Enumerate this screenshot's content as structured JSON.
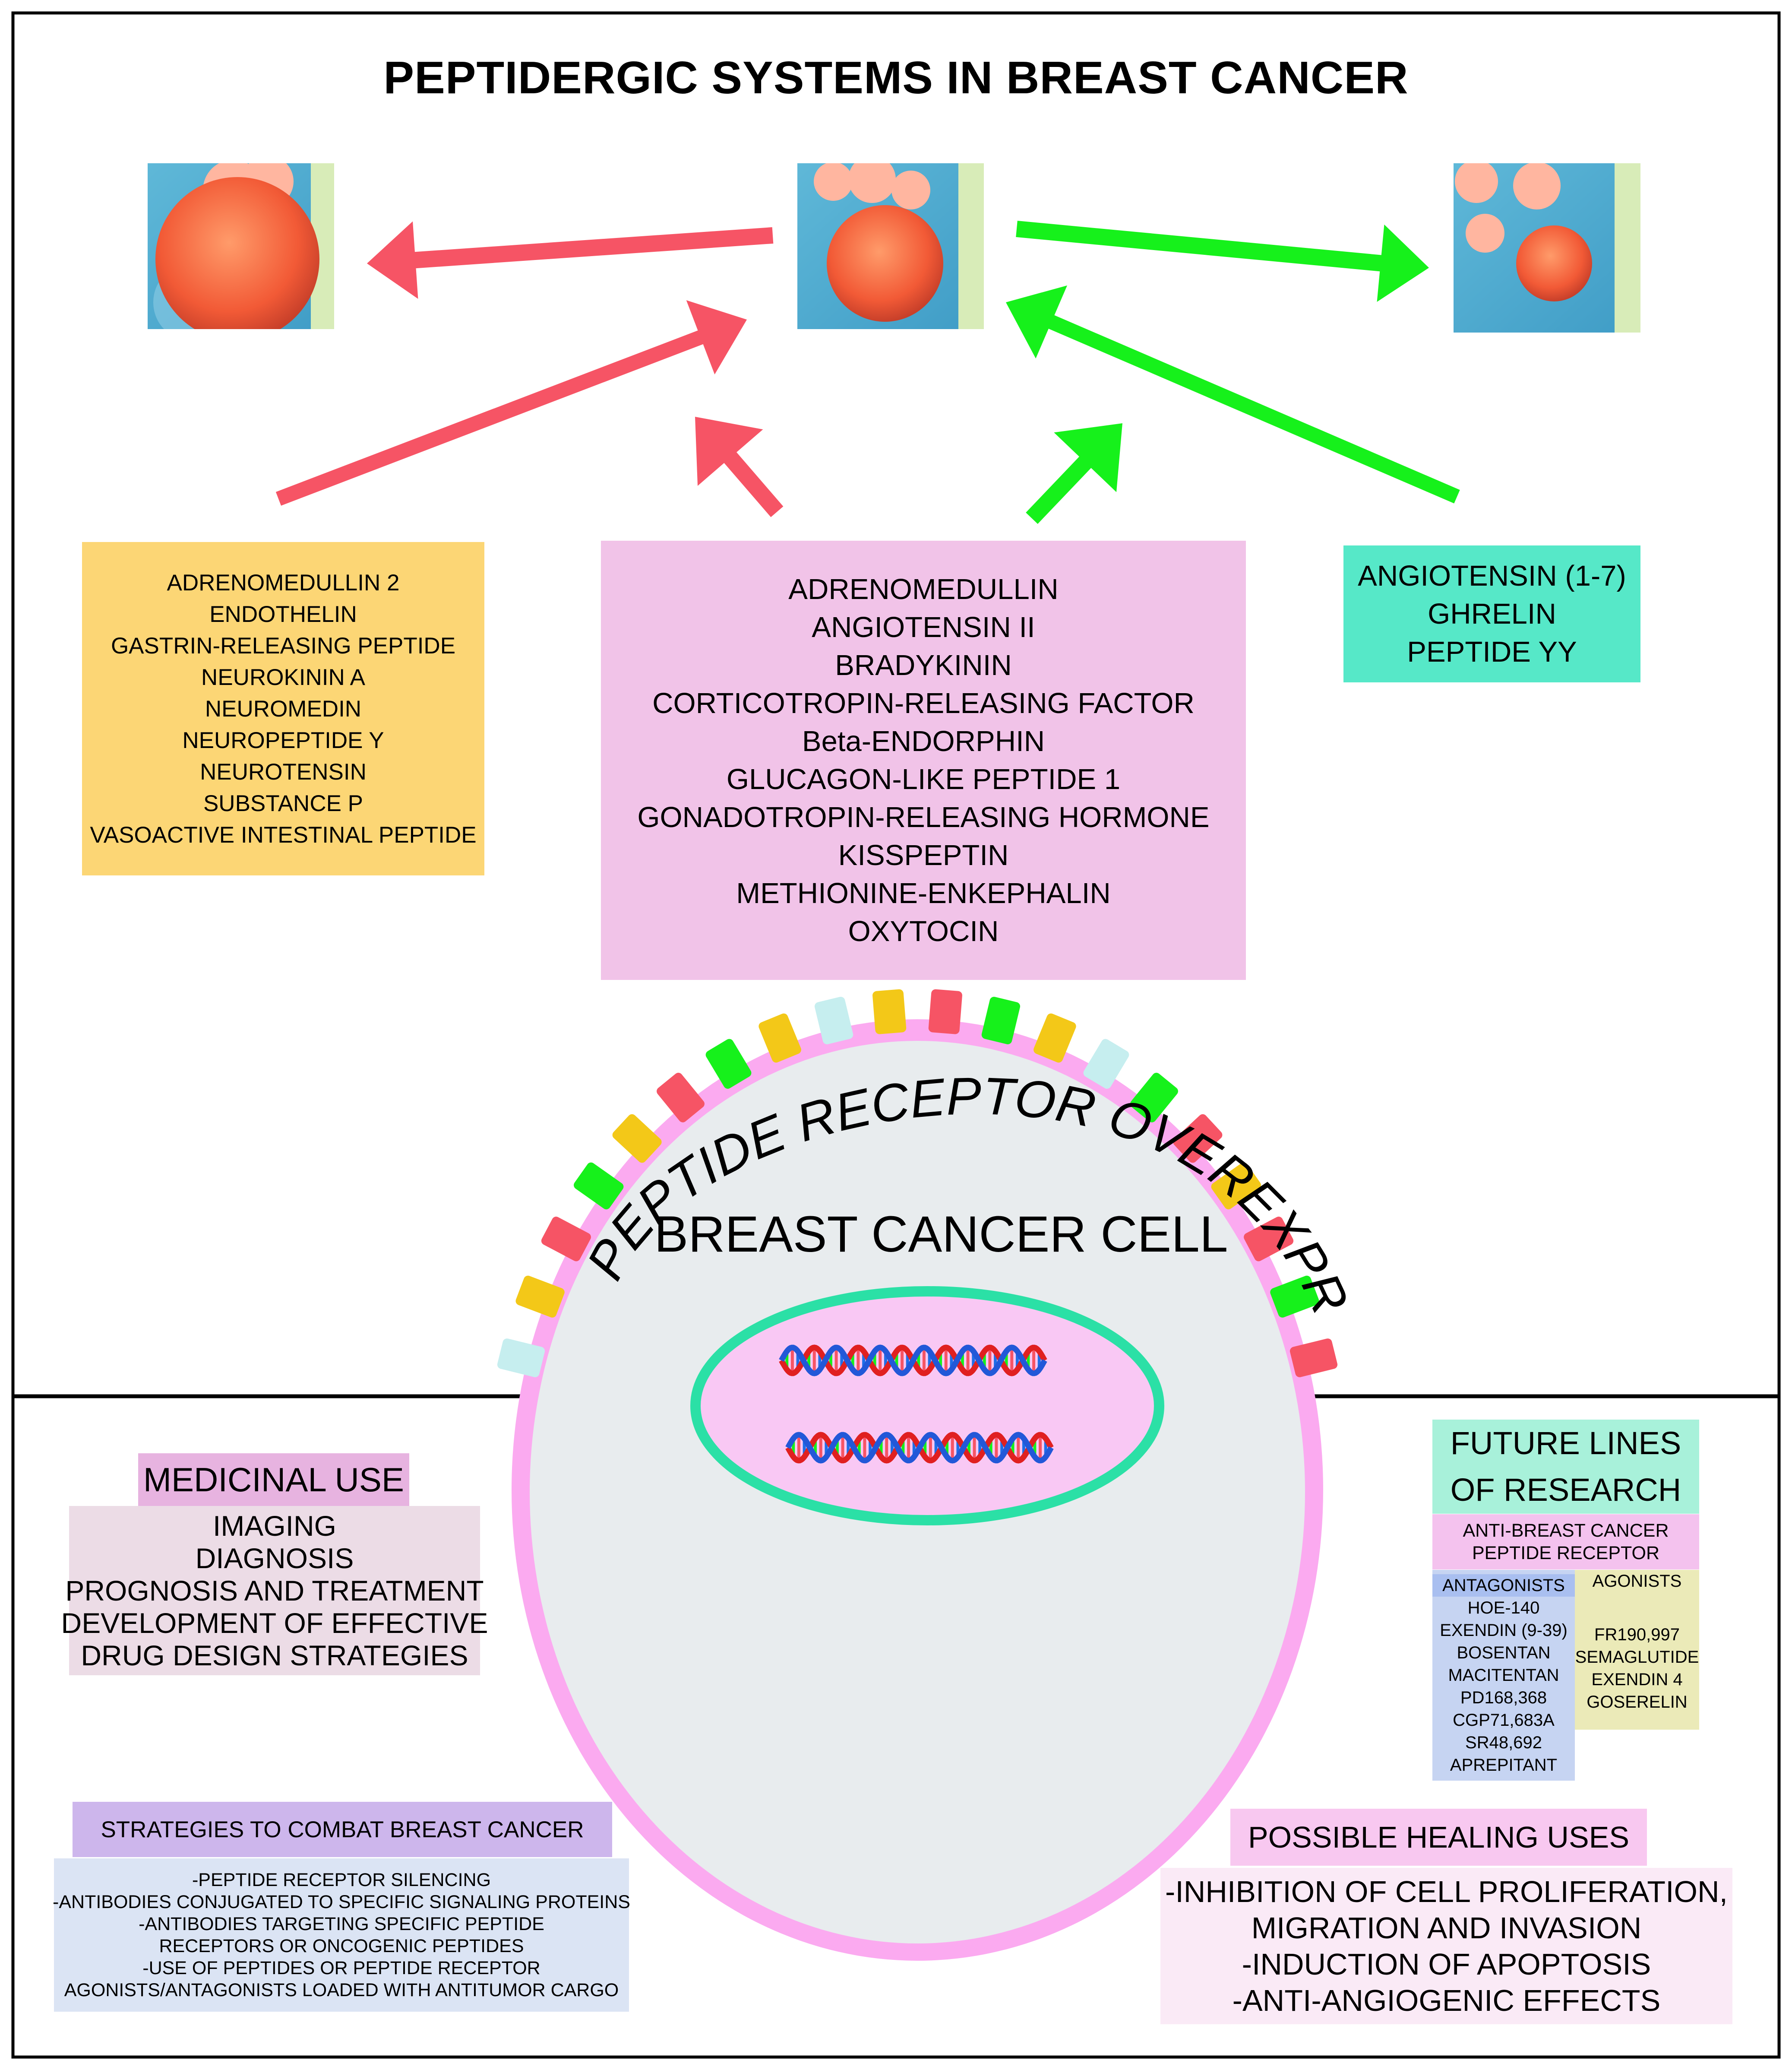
{
  "title": "PEPTIDERGIC SYSTEMS IN BREAST CANCER",
  "colors": {
    "tumor_promoting_arrow": "#f65465",
    "tumor_inhibiting_arrow": "#16f11b",
    "cell_membrane": "#fbaaf0",
    "cytoplasm": "#e8ecee",
    "nucleus_border": "#2be0a6",
    "nucleus_fill": "#f9c8f4"
  },
  "tumor_promoting_peptides": [
    "ADRENOMEDULLIN 2",
    "ENDOTHELIN",
    "GASTRIN-RELEASING PEPTIDE",
    "NEUROKININ A",
    "NEUROMEDIN",
    "NEUROPEPTIDE Y",
    "NEUROTENSIN",
    "SUBSTANCE P",
    "VASOACTIVE INTESTINAL PEPTIDE"
  ],
  "dual_role_peptides": [
    "ADRENOMEDULLIN",
    "ANGIOTENSIN II",
    "BRADYKININ",
    "CORTICOTROPIN-RELEASING FACTOR",
    "Beta-ENDORPHIN",
    "GLUCAGON-LIKE PEPTIDE 1",
    "GONADOTROPIN-RELEASING HORMONE",
    "KISSPEPTIN",
    "METHIONINE-ENKEPHALIN",
    "OXYTOCIN"
  ],
  "tumor_inhibiting_peptides": [
    "ANGIOTENSIN (1-7)",
    "GHRELIN",
    "PEPTIDE YY"
  ],
  "receptor_label": "PEPTIDE RECEPTOR OVEREXPRESSION",
  "cell_label": "BREAST CANCER CELL",
  "medicinal_use": {
    "heading": "MEDICINAL USE",
    "items": [
      "IMAGING",
      "DIAGNOSIS",
      "PROGNOSIS AND TREATMENT",
      "DEVELOPMENT OF EFFECTIVE",
      "DRUG DESIGN STRATEGIES"
    ]
  },
  "strategies": {
    "heading": "STRATEGIES TO COMBAT BREAST CANCER",
    "items": [
      "-PEPTIDE RECEPTOR SILENCING",
      "-ANTIBODIES CONJUGATED TO SPECIFIC SIGNALING PROTEINS",
      "-ANTIBODIES TARGETING SPECIFIC PEPTIDE",
      "RECEPTORS OR ONCOGENIC PEPTIDES",
      "-USE OF PEPTIDES OR PEPTIDE RECEPTOR",
      "AGONISTS/ANTAGONISTS LOADED WITH ANTITUMOR CARGO"
    ]
  },
  "future_research": {
    "heading": [
      "FUTURE LINES",
      "OF RESEARCH"
    ],
    "subheading": [
      "ANTI-BREAST CANCER",
      "PEPTIDE RECEPTOR"
    ],
    "antagonists_label": "ANTAGONISTS",
    "antagonists": [
      "HOE-140",
      "EXENDIN (9-39)",
      "BOSENTAN",
      "MACITENTAN",
      "PD168,368",
      "CGP71,683A",
      "SR48,692",
      "APREPITANT"
    ],
    "agonists_label": "AGONISTS",
    "agonists": [
      "FR190,997",
      "SEMAGLUTIDE",
      "EXENDIN 4",
      "GOSERELIN"
    ]
  },
  "healing_uses": {
    "heading": "POSSIBLE HEALING USES",
    "items": [
      "-INHIBITION OF CELL PROLIFERATION,",
      "MIGRATION AND INVASION",
      "-INDUCTION OF APOPTOSIS",
      "-ANTI-ANGIOGENIC EFFECTS"
    ]
  },
  "receptor_colors": [
    "#c6eeef",
    "#f3c818",
    "#f65465",
    "#16f11b",
    "#f3c818",
    "#f65465",
    "#16f11b",
    "#f3c818",
    "#c6eeef",
    "#f3c818",
    "#f65465",
    "#16f11b",
    "#f3c818",
    "#c6eeef",
    "#16f11b",
    "#f65465",
    "#f3c818",
    "#f65465",
    "#16f11b",
    "#f65465"
  ]
}
